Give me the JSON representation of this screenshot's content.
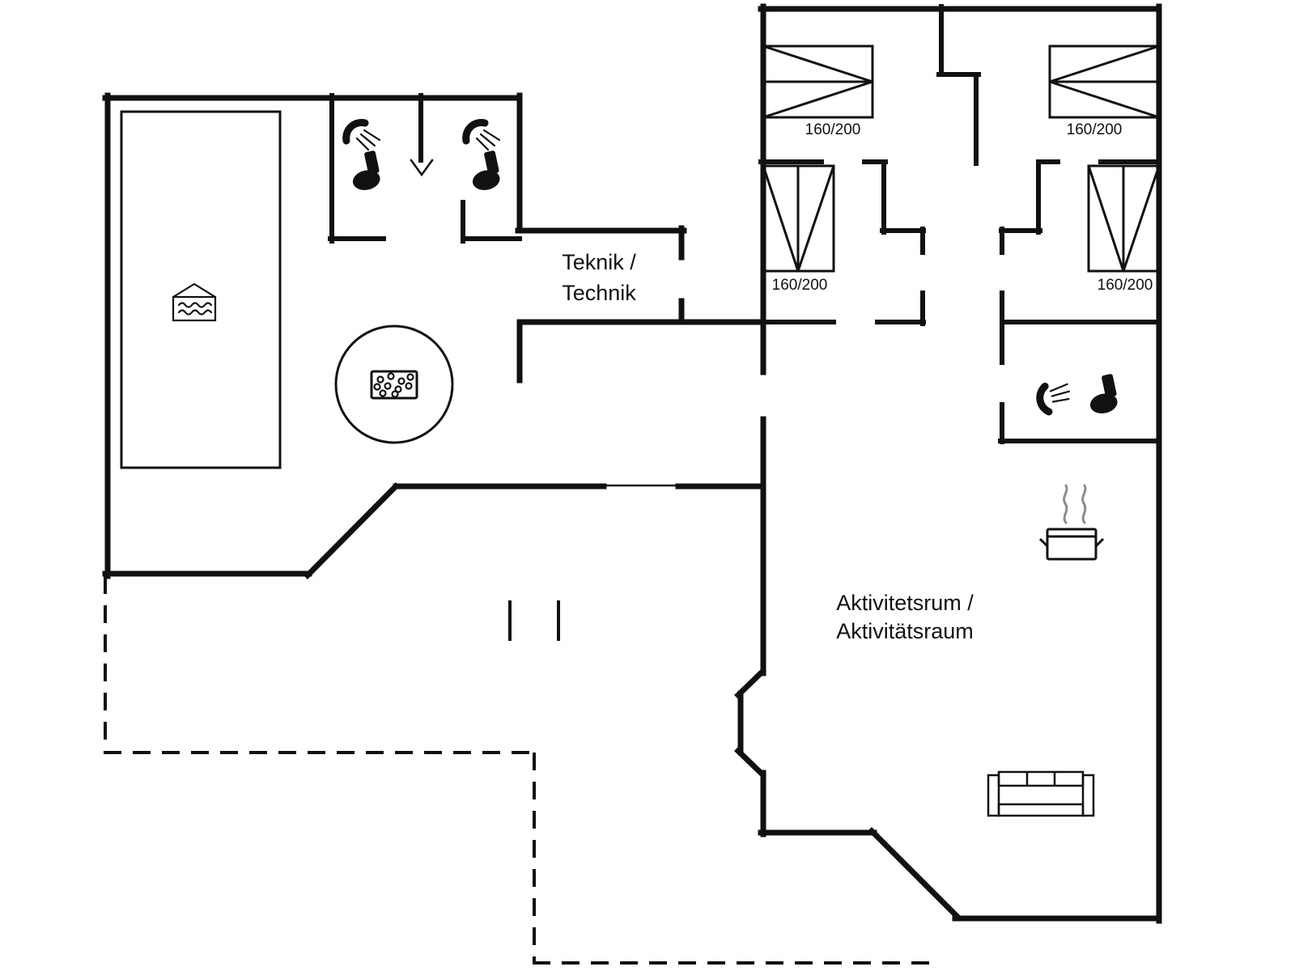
{
  "colors": {
    "wall": "#111111",
    "background": "#ffffff",
    "steam": "#8c8c8c"
  },
  "rooms": {
    "technik": {
      "label_line1": "Teknik /",
      "label_line2": "Technik"
    },
    "activity": {
      "label_line1": "Aktivitetsrum /",
      "label_line2": "Aktivitätsraum"
    }
  },
  "beds": {
    "top_left": {
      "label": "160/200"
    },
    "top_right": {
      "label": "160/200"
    },
    "mid_left": {
      "label": "160/200"
    },
    "mid_right": {
      "label": "160/200"
    }
  },
  "icons": {
    "pool": "pool-water-icon",
    "whirlpool": "whirlpool-tub-icon",
    "shower_stall_1": "shower-icon",
    "toilet_stall_1": "toilet-icon",
    "shower_stall_2": "shower-icon",
    "toilet_stall_2": "toilet-icon",
    "bathroom_shower": "shower-icon",
    "bathroom_toilet": "toilet-icon",
    "kitchen": "cooking-pot-icon",
    "living": "sofa-icon"
  }
}
